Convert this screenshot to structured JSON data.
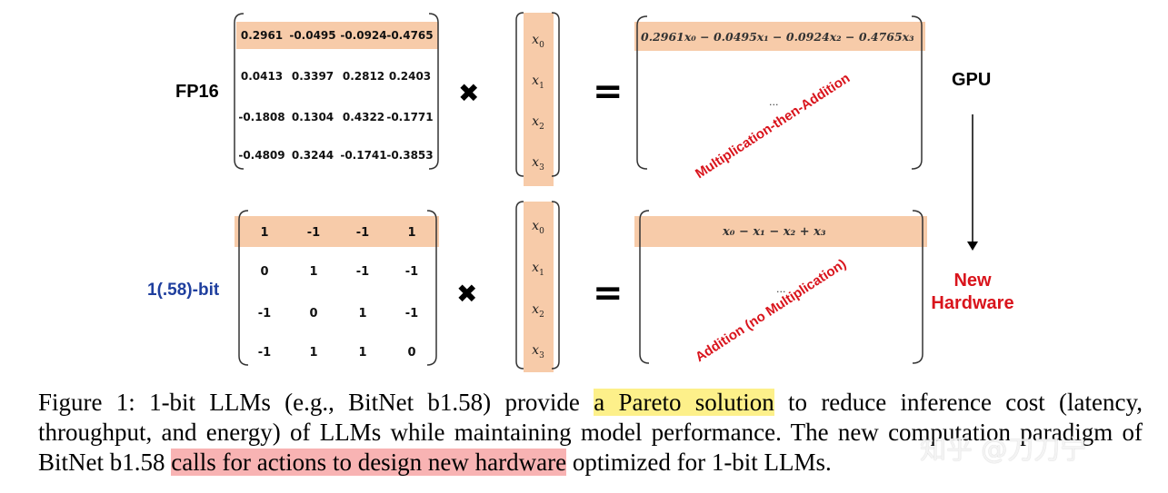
{
  "colors": {
    "highlight": "#f7cba9",
    "red": "#d9141c",
    "blue": "#1f3f9e",
    "caption_yellow": "#fdf08a",
    "caption_pink": "#f8b3b3"
  },
  "top": {
    "label": "FP16",
    "rows": [
      [
        "0.2961",
        "-0.0495",
        "-0.0924",
        "-0.4765"
      ],
      [
        "0.0413",
        "0.3397",
        "0.2812",
        "0.2403"
      ],
      [
        "-0.1808",
        "0.1304",
        "0.4322",
        "-0.1771"
      ],
      [
        "-0.4809",
        "0.3244",
        "-0.1741",
        "-0.3853"
      ]
    ],
    "result_eq": "0.2961x₀ − 0.0495x₁ − 0.0924x₂ − 0.4765x₃",
    "ellipsis": "...",
    "diag_text": "Multiplication-then-Addition",
    "hw_label": "GPU"
  },
  "bottom": {
    "label": "1(.58)-bit",
    "rows": [
      [
        "1",
        "-1",
        "-1",
        "1"
      ],
      [
        "0",
        "1",
        "-1",
        "-1"
      ],
      [
        "-1",
        "0",
        "1",
        "-1"
      ],
      [
        "-1",
        "1",
        "1",
        "0"
      ]
    ],
    "result_eq": "x₀ − x₁ − x₂ + x₃",
    "ellipsis": "...",
    "diag_text": "Addition (no Multiplication)",
    "hw_label_1": "New",
    "hw_label_2": "Hardware"
  },
  "vector": [
    {
      "base": "x",
      "sub": "0"
    },
    {
      "base": "x",
      "sub": "1"
    },
    {
      "base": "x",
      "sub": "2"
    },
    {
      "base": "x",
      "sub": "3"
    }
  ],
  "ops": {
    "times": "✖",
    "equals": "="
  },
  "caption": {
    "part1": "Figure 1: 1-bit LLMs (e.g., BitNet b1.58) provide ",
    "hl1": "a Pareto solution",
    "part2": " to reduce inference cost (latency, throughput, and energy) of LLMs while maintaining model performance. The new computation paradigm of BitNet b1.58 ",
    "hl2": "calls for actions to design new hardware",
    "part3": " optimized for 1-bit LLMs."
  },
  "watermark": "知乎 @刀刀宁"
}
